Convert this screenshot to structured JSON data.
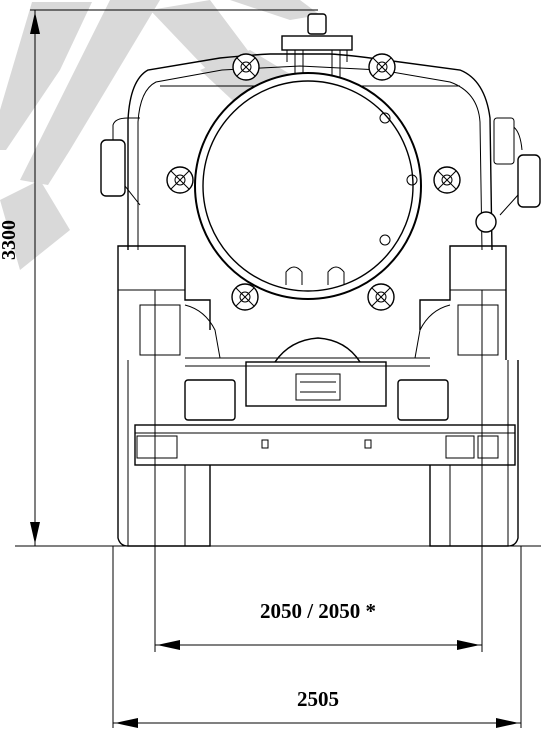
{
  "dimensions": {
    "height_label": "3300",
    "track_width_label": "2050 / 2050 *",
    "overall_width_label": "2505"
  },
  "watermark": {
    "present": true,
    "color": "#d9d9d9"
  },
  "colors": {
    "line": "#000000",
    "background": "#ffffff"
  }
}
